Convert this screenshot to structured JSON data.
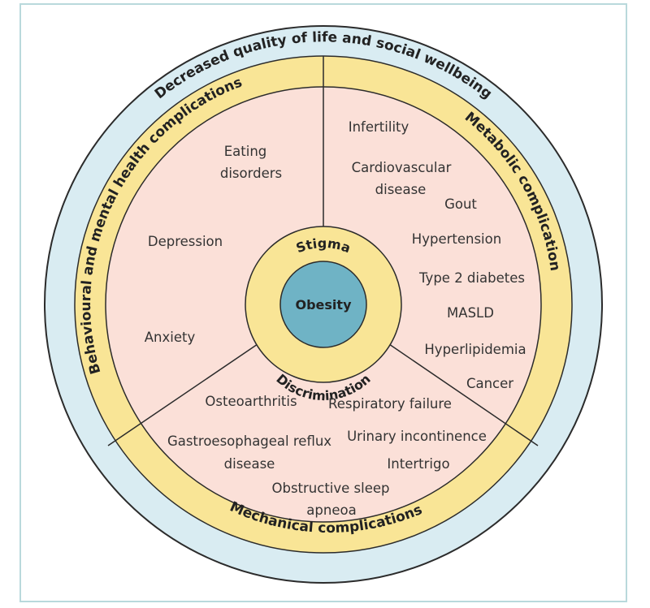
{
  "outer_ring": {
    "label": "Decreased quality of life and social wellbeing"
  },
  "segments": {
    "behavioural": {
      "label": "Behavioural and mental health complications",
      "items": [
        "Eating",
        "disorders",
        "Depression",
        "Anxiety"
      ]
    },
    "metabolic": {
      "label": "Metabolic complications",
      "items": [
        "Infertility",
        "Cardiovascular",
        "disease",
        "Gout",
        "Hypertension",
        "Type 2 diabetes",
        "MASLD",
        "Hyperlipidemia",
        "Cancer"
      ]
    },
    "mechanical": {
      "label": "Mechanical complications",
      "items": [
        "Osteoarthritis",
        "Respiratory failure",
        "Gastroesophageal reflux",
        "disease",
        "Urinary incontinence",
        "Intertrigo",
        "Obstructive sleep",
        "apneoa"
      ]
    }
  },
  "center": {
    "top_label": "Stigma",
    "bottom_label": "Discrimination",
    "core_label": "Obesity"
  },
  "colors": {
    "outer_blue": "#d9ecf2",
    "yellow": "#f9e596",
    "pink": "#fbe0d8",
    "core_blue": "#6fb3c5",
    "line": "#2b2b2b"
  }
}
